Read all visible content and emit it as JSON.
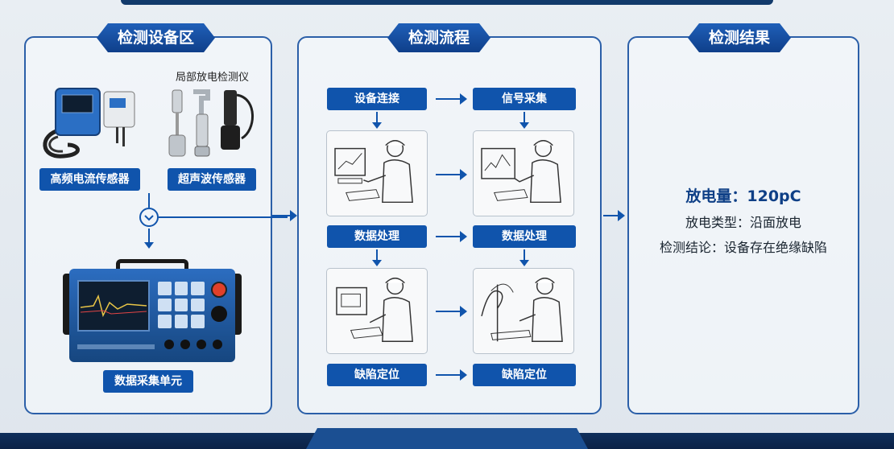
{
  "panels": {
    "equipment": {
      "title": "检测设备区",
      "pd_caption": "局部放电检测仪",
      "hf_sensor_label": "高频电流传感器",
      "ultrasonic_sensor_label": "超声波传感器",
      "daq_label": "数据采集单元",
      "check_icon": "chevron-down-circle"
    },
    "process": {
      "title": "检测流程",
      "steps": [
        "设备连接",
        "信号采集",
        "数据处理",
        "数据处理",
        "缺陷定位",
        "缺陷定位"
      ]
    },
    "results": {
      "title": "检测结果",
      "discharge_amount": "放电量：120pC",
      "discharge_type": "放电类型：沿面放电",
      "conclusion": "检测结论：设备存在绝缘缺陷"
    }
  },
  "colors": {
    "accent": "#1054ac",
    "border": "#2b5fa8",
    "dark": "#123a6b"
  }
}
